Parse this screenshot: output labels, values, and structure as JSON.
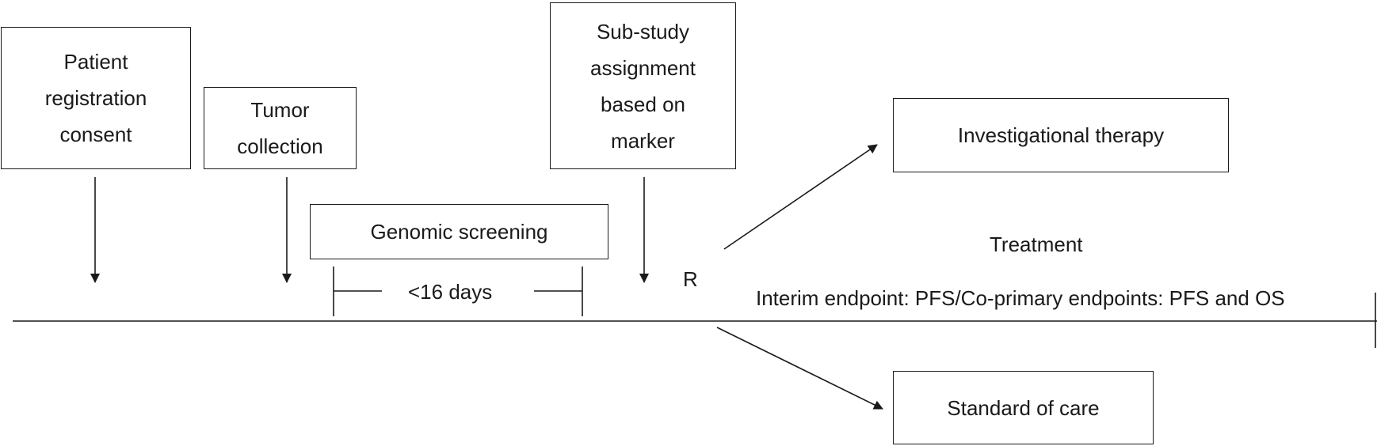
{
  "boxes": {
    "registration": "Patient\nregistration\nconsent",
    "tumor": "Tumor\ncollection",
    "genomic": "Genomic screening",
    "substudy": "Sub-study\nassignment\nbased on\nmarker",
    "investigational": "Investigational therapy",
    "standard": "Standard of care"
  },
  "labels": {
    "screening_window": "<16 days",
    "randomization": "R",
    "treatment": "Treatment",
    "endpoints": "Interim endpoint: PFS/Co-primary endpoints: PFS and OS"
  },
  "colors": {
    "line": "#1a1a1a",
    "background": "#ffffff"
  }
}
